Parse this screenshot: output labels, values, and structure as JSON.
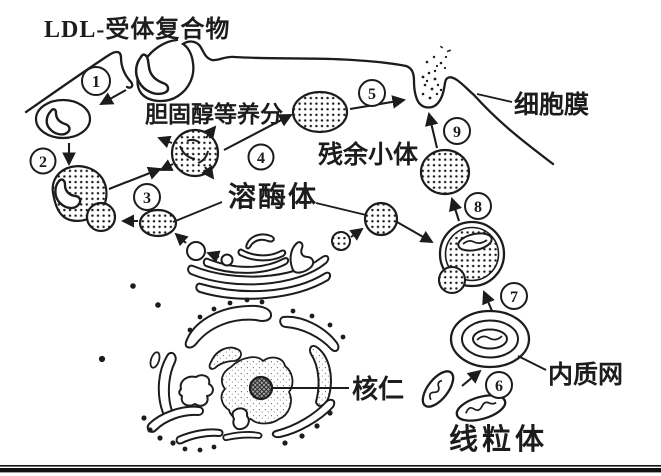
{
  "figure": {
    "title": "LDL-受体复合物"
  },
  "labels": {
    "nutrients": "胆固醇等养分",
    "lysosome": "溶酶体",
    "residual_body": "残余小体",
    "cell_membrane": "细胞膜",
    "nucleolus": "核仁",
    "endoplasmic_reticulum": "内质网",
    "mitochondrion": "线粒体"
  },
  "steps": [
    "1",
    "2",
    "3",
    "4",
    "5",
    "6",
    "7",
    "8",
    "9"
  ],
  "colors": {
    "ink": "#1c1c1c",
    "paper": "#ffffff"
  }
}
